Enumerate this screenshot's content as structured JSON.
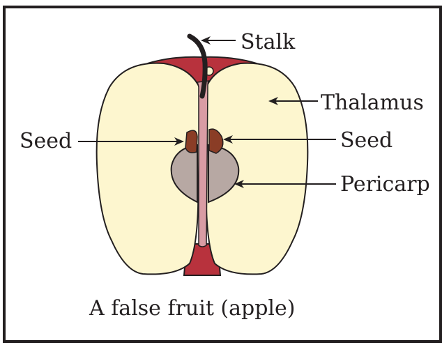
{
  "diagram": {
    "labels": {
      "stalk": "Stalk",
      "thalamus": "Thalamus",
      "seed_left": "Seed",
      "seed_right": "Seed",
      "pericarp": "Pericarp"
    },
    "caption": "A false fruit (apple)",
    "colors": {
      "border": "#231f20",
      "thalamus_fill": "#fdf6cf",
      "outline": "#231f20",
      "red_tissue": "#b8323d",
      "core_tube": "#d99ca4",
      "pericarp_fill": "#b7a8a3",
      "seed_fill": "#8a3d26",
      "stalk": "#231f20"
    }
  }
}
